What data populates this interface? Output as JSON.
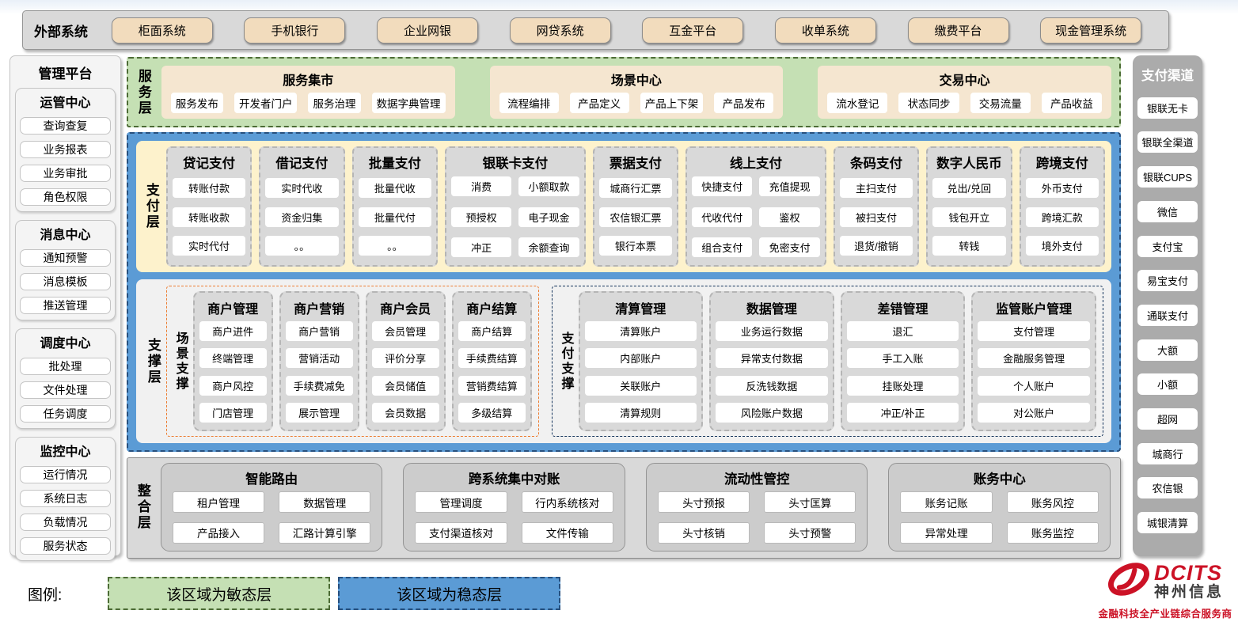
{
  "external": {
    "label": "外部系统",
    "items": [
      "柜面系统",
      "手机银行",
      "企业网银",
      "网贷系统",
      "互金平台",
      "收单系统",
      "缴费平台",
      "现金管理系统"
    ]
  },
  "management": {
    "title": "管理平台",
    "groups": [
      {
        "title": "运管中心",
        "items": [
          "查询查复",
          "业务报表",
          "业务审批",
          "角色权限"
        ]
      },
      {
        "title": "消息中心",
        "items": [
          "通知预警",
          "消息模板",
          "推送管理"
        ]
      },
      {
        "title": "调度中心",
        "items": [
          "批处理",
          "文件处理",
          "任务调度"
        ]
      },
      {
        "title": "监控中心",
        "items": [
          "运行情况",
          "系统日志",
          "负载情况",
          "服务状态"
        ]
      }
    ]
  },
  "service_layer": {
    "label": "服务层",
    "groups": [
      {
        "title": "服务集市",
        "items": [
          "服务发布",
          "开发者门户",
          "服务治理",
          "数据字典管理"
        ]
      },
      {
        "title": "场景中心",
        "items": [
          "流程编排",
          "产品定义",
          "产品上下架",
          "产品发布"
        ]
      },
      {
        "title": "交易中心",
        "items": [
          "流水登记",
          "状态同步",
          "交易流量",
          "产品收益"
        ]
      }
    ]
  },
  "payment_layer": {
    "label": "支付层",
    "columns": [
      {
        "title": "贷记支付",
        "items": [
          "转账付款",
          "转账收款",
          "实时代付"
        ]
      },
      {
        "title": "借记支付",
        "items": [
          "实时代收",
          "资金归集",
          "。。"
        ]
      },
      {
        "title": "批量支付",
        "items": [
          "批量代收",
          "批量代付",
          "。。"
        ]
      },
      {
        "title": "银联卡支付",
        "wide": true,
        "items": [
          "消费",
          "小额取款",
          "预授权",
          "电子现金",
          "冲正",
          "余额查询"
        ]
      },
      {
        "title": "票据支付",
        "items": [
          "城商行汇票",
          "农信银汇票",
          "银行本票"
        ]
      },
      {
        "title": "线上支付",
        "wide": true,
        "items": [
          "快捷支付",
          "充值提现",
          "代收代付",
          "鉴权",
          "组合支付",
          "免密支付"
        ]
      },
      {
        "title": "条码支付",
        "items": [
          "主扫支付",
          "被扫支付",
          "退货/撤销"
        ]
      },
      {
        "title": "数字人民币",
        "items": [
          "兑出/兑回",
          "钱包开立",
          "转钱"
        ]
      },
      {
        "title": "跨境支付",
        "items": [
          "外币支付",
          "跨境汇款",
          "境外支付"
        ]
      }
    ]
  },
  "support_layer": {
    "label": "支撑层",
    "groups": [
      {
        "label": "场景支撑",
        "accent": "orange",
        "columns": [
          {
            "title": "商户管理",
            "items": [
              "商户进件",
              "终端管理",
              "商户风控",
              "门店管理"
            ]
          },
          {
            "title": "商户营销",
            "items": [
              "商户营销",
              "营销活动",
              "手续费减免",
              "展示管理"
            ]
          },
          {
            "title": "商户会员",
            "items": [
              "会员管理",
              "评价分享",
              "会员储值",
              "会员数据"
            ]
          },
          {
            "title": "商户结算",
            "items": [
              "商户结算",
              "手续费结算",
              "营销费结算",
              "多级结算"
            ]
          }
        ]
      },
      {
        "label": "支付支撑",
        "accent": "navy",
        "columns": [
          {
            "title": "清算管理",
            "items": [
              "清算账户",
              "内部账户",
              "关联账户",
              "清算规则"
            ]
          },
          {
            "title": "数据管理",
            "items": [
              "业务运行数据",
              "异常支付数据",
              "反洗钱数据",
              "风险账户数据"
            ]
          },
          {
            "title": "差错管理",
            "items": [
              "退汇",
              "手工入账",
              "挂账处理",
              "冲正/补正"
            ]
          },
          {
            "title": "监管账户管理",
            "items": [
              "支付管理",
              "金融服务管理",
              "个人账户",
              "对公账户"
            ]
          }
        ]
      }
    ]
  },
  "integration_layer": {
    "label": "整合层",
    "groups": [
      {
        "title": "智能路由",
        "items": [
          "租户管理",
          "数据管理",
          "产品接入",
          "汇路计算引擎"
        ]
      },
      {
        "title": "跨系统集中对账",
        "items": [
          "管理调度",
          "行内系统核对",
          "支付渠道核对",
          "文件传输"
        ]
      },
      {
        "title": "流动性管控",
        "items": [
          "头寸预报",
          "头寸匡算",
          "头寸核销",
          "头寸预警"
        ]
      },
      {
        "title": "账务中心",
        "items": [
          "账务记账",
          "账务风控",
          "异常处理",
          "账务监控"
        ]
      }
    ]
  },
  "channels": {
    "title": "支付渠道",
    "items": [
      "银联无卡",
      "银联全渠道",
      "银联CUPS",
      "微信",
      "支付宝",
      "易宝支付",
      "通联支付",
      "大额",
      "小额",
      "超网",
      "城商行",
      "农信银",
      "城银清算"
    ]
  },
  "legend": {
    "label": "图例:",
    "items": [
      {
        "text": "该区域为敏态层",
        "color": "green"
      },
      {
        "text": "该区域为稳态层",
        "color": "blue"
      }
    ]
  },
  "logo": {
    "brand": "DCITS",
    "company": "神州信息",
    "tagline": "金融科技全产业链综合服务商"
  },
  "colors": {
    "stable_blue": "#5b9bd5",
    "agile_green": "#c5e0b4",
    "payment_yellow": "#fdf2cc",
    "external_tan": "#f2dcbd",
    "column_gray": "#d9d9d9",
    "scene_accent_orange": "#ed7d31",
    "pay_accent_navy": "#17365d",
    "brand_red": "#cc1226"
  }
}
